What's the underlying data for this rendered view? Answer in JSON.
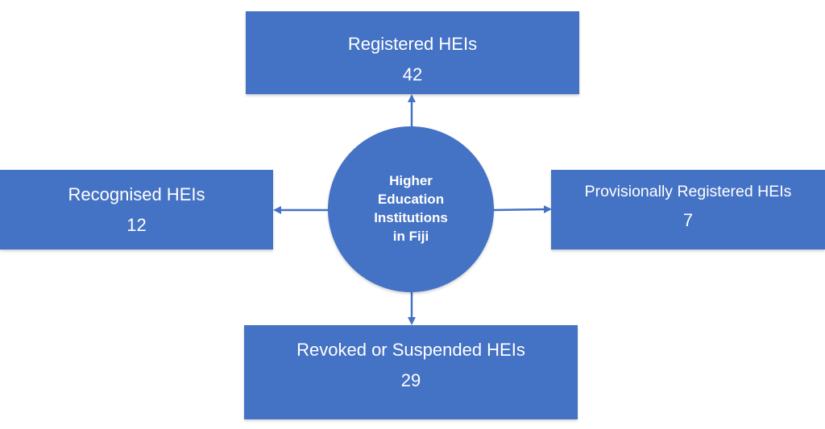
{
  "colors": {
    "box": "#4472c4",
    "circle": "#4472c4",
    "arrow": "#4472c4",
    "text": "#ffffff"
  },
  "center": {
    "lines": [
      "Higher",
      "Education",
      "Institutions",
      "in Fiji"
    ]
  },
  "registered": {
    "label": "Registered HEIs",
    "count": "42"
  },
  "recognised": {
    "label": "Recognised HEIs",
    "count": "12"
  },
  "provisional": {
    "label": "Provisionally Registered HEIs",
    "count": "7"
  },
  "revoked": {
    "label": "Revoked or Suspended HEIs",
    "count": "29"
  }
}
